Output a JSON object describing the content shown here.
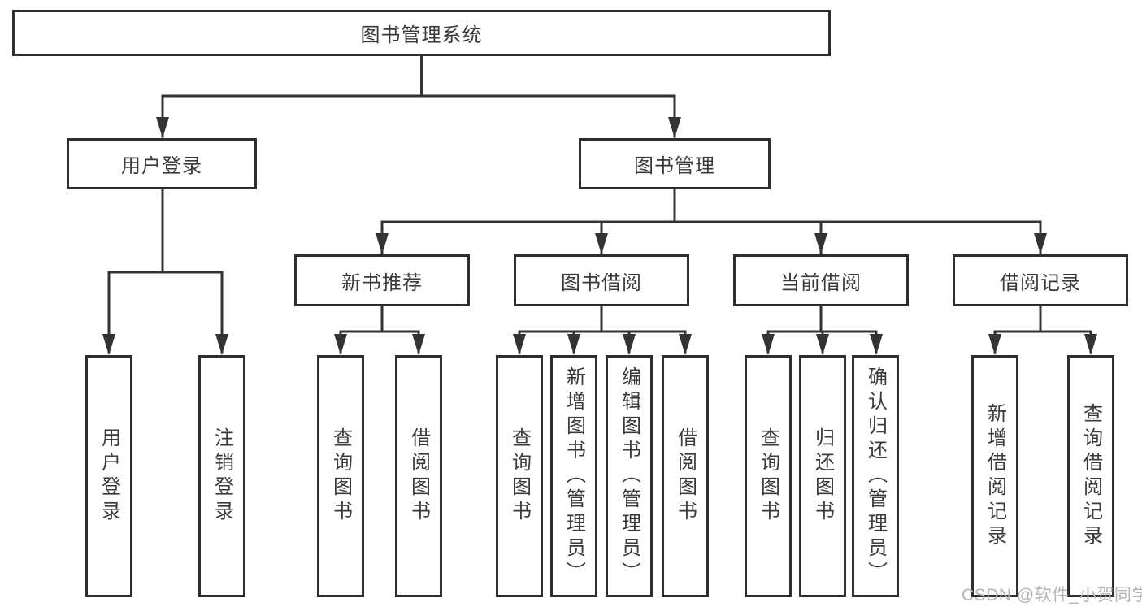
{
  "tree": {
    "label": "图书管理系统",
    "children": [
      {
        "label": "用户登录",
        "children": [
          {
            "label": "用户登录"
          },
          {
            "label": "注销登录"
          }
        ]
      },
      {
        "label": "图书管理",
        "children": [
          {
            "label": "新书推荐",
            "children": [
              {
                "label": "查询图书"
              },
              {
                "label": "借阅图书"
              }
            ]
          },
          {
            "label": "图书借阅",
            "children": [
              {
                "label": "查询图书"
              },
              {
                "label": "新增图书（管理员）"
              },
              {
                "label": "编辑图书（管理员）"
              },
              {
                "label": "借阅图书"
              }
            ]
          },
          {
            "label": "当前借阅",
            "children": [
              {
                "label": "查询图书"
              },
              {
                "label": "归还图书"
              },
              {
                "label": "确认归还（管理员）"
              }
            ]
          },
          {
            "label": "借阅记录",
            "children": [
              {
                "label": "新增借阅记录"
              },
              {
                "label": "查询借阅记录"
              }
            ]
          }
        ]
      }
    ]
  },
  "watermark": {
    "text": "CSDN @软件_小贺同学"
  },
  "colors": {
    "line": "#333333",
    "border": "#2e2e2e",
    "text": "#3a3a3a",
    "background": "#ffffff",
    "watermark": "#b5b5b5"
  }
}
